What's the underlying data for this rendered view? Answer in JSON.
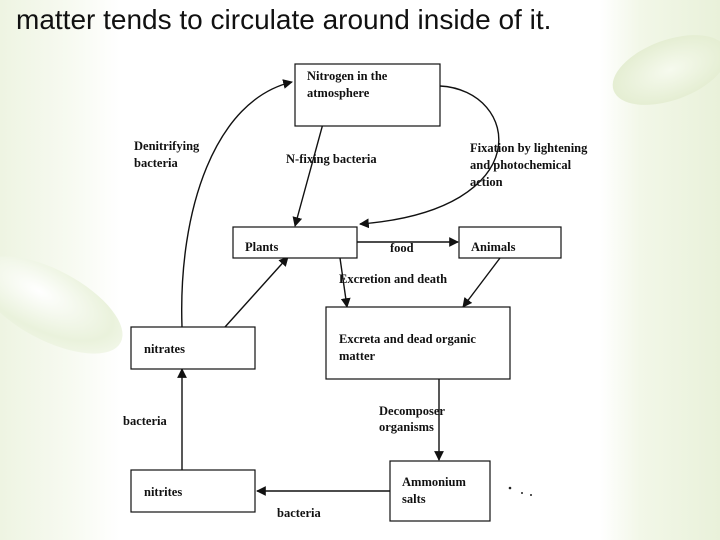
{
  "headline": "matter tends to circulate around inside of it.",
  "diagram": {
    "nodes": {
      "nitrogen_atm": [
        "Nitrogen in the",
        "atmosphere"
      ],
      "plants": [
        "Plants"
      ],
      "animals": [
        "Animals"
      ],
      "excreta": [
        "Excreta and dead organic",
        "matter"
      ],
      "nitrates": [
        "nitrates"
      ],
      "nitrites": [
        "nitrites"
      ],
      "ammonium": [
        "Ammonium",
        "salts"
      ]
    },
    "edges": {
      "denitrifying": [
        "Denitrifying",
        "bacteria"
      ],
      "n_fixing": [
        "N-fixing bacteria"
      ],
      "fixation": [
        "Fixation by lightening",
        "and photochemical",
        "action"
      ],
      "food": [
        "food"
      ],
      "excretion": [
        "Excretion and death"
      ],
      "decomposer": [
        "Decomposer",
        "organisms"
      ],
      "bacteria_left": [
        "bacteria"
      ],
      "bacteria_bottom": [
        "bacteria"
      ]
    },
    "colors": {
      "line": "#111111",
      "box_fill": "#ffffff"
    }
  }
}
